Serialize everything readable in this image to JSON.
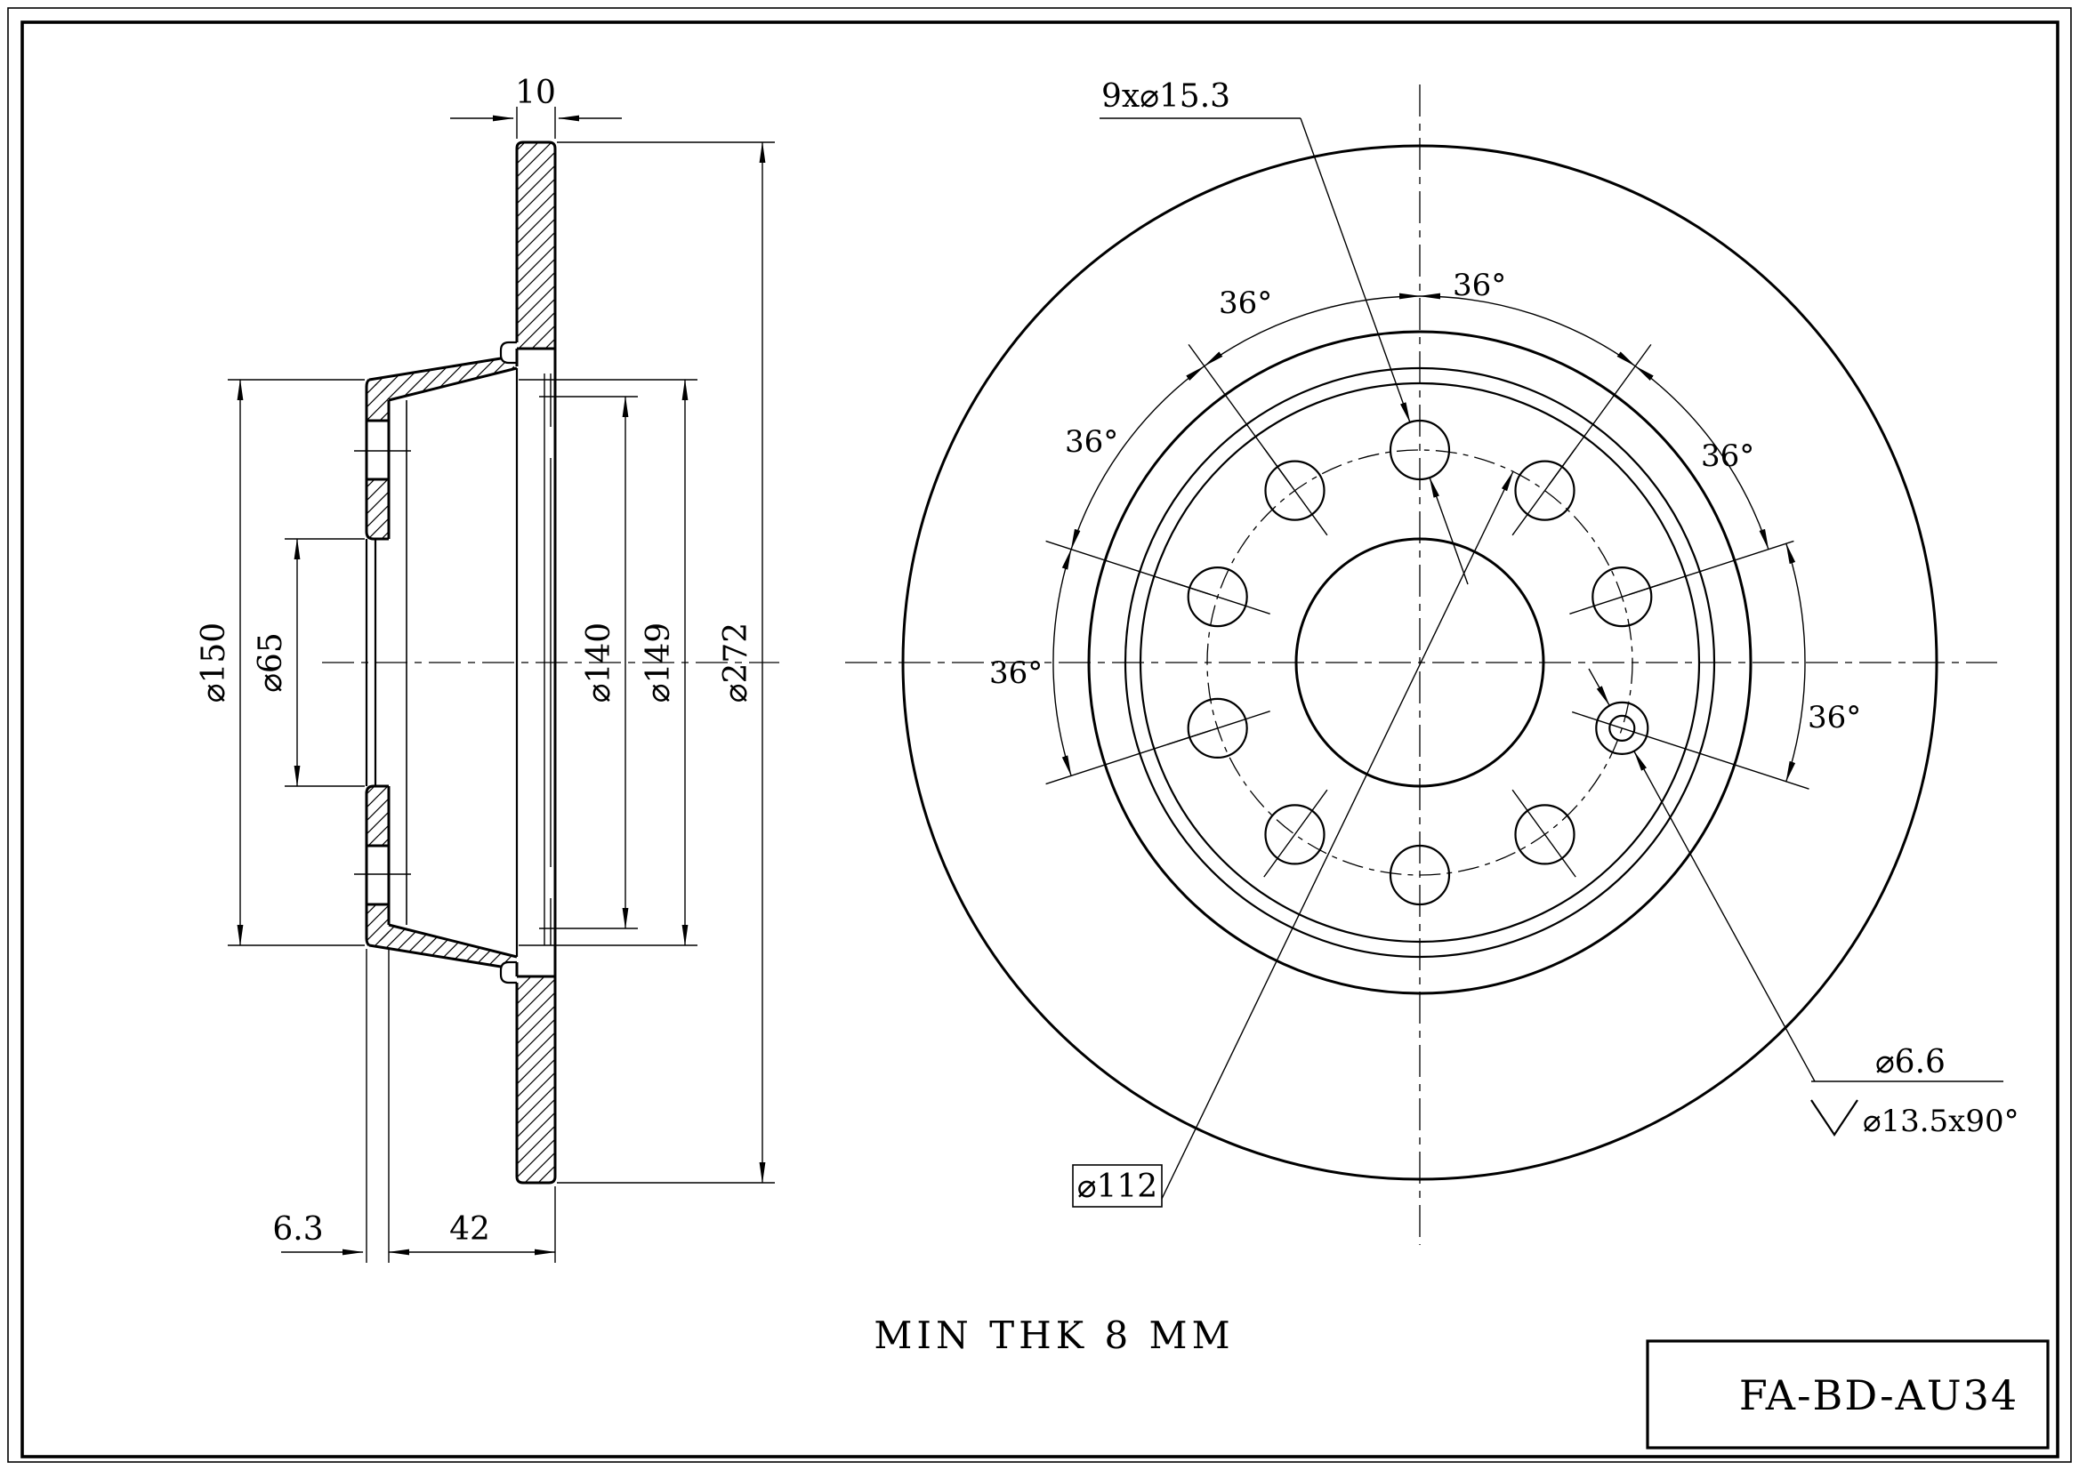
{
  "drawing": {
    "part_number": "FA-BD-AU34",
    "note": "MIN THK 8 MM",
    "section_view": {
      "dims": {
        "disc_thickness": "10",
        "hat_diameter": "⌀150",
        "center_bore": "⌀65",
        "d140": "⌀140",
        "d149": "⌀149",
        "outer_diameter": "⌀272",
        "flange_thickness": "6.3",
        "overall_height": "42"
      }
    },
    "front_view": {
      "bolt_holes_label": "9x⌀15.3",
      "angle_label": "36°",
      "pitch_circle_label": "⌀112",
      "screw_hole_label": "⌀6.6",
      "countersink_label": "⌀13.5x90°"
    }
  }
}
